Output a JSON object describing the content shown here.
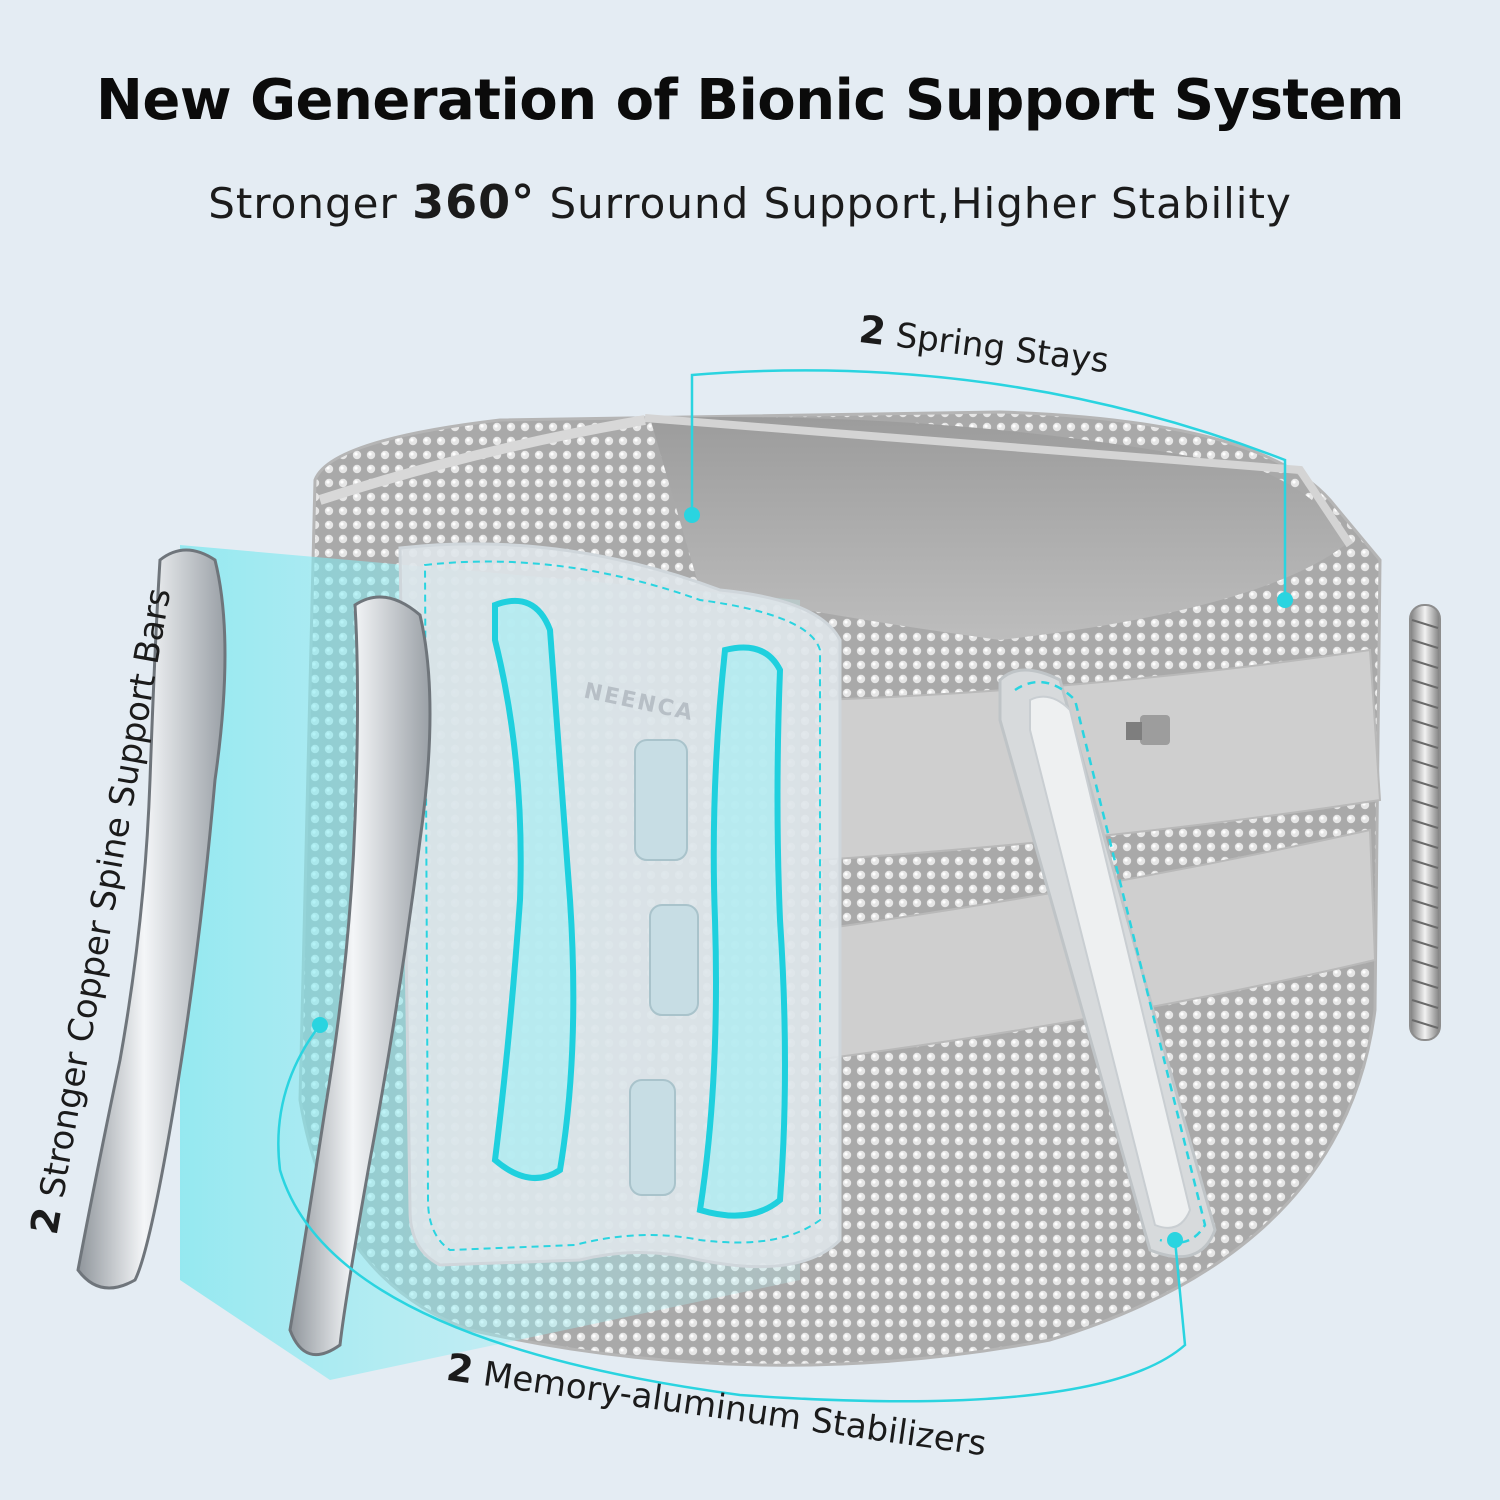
{
  "header": {
    "title": "New Generation of Bionic Support System",
    "subtitle_pre": "Stronger ",
    "subtitle_bold": "360°",
    "subtitle_post": " Surround Support,Higher Stability"
  },
  "callouts": {
    "spring": {
      "num": "2",
      "label": " Spring Stays"
    },
    "copper": {
      "num": "2",
      "label": " Stronger Copper Spine Support Bars"
    },
    "aluminum": {
      "num": "2",
      "label": " Memory-aluminum Stabilizers"
    }
  },
  "brand": {
    "logo_text": "NEENCA"
  },
  "colors": {
    "background": "#e4ecf3",
    "accent_cyan": "#2ad4e0",
    "belt_gray": "#c9c9c9",
    "metal": "#b9bec3"
  }
}
